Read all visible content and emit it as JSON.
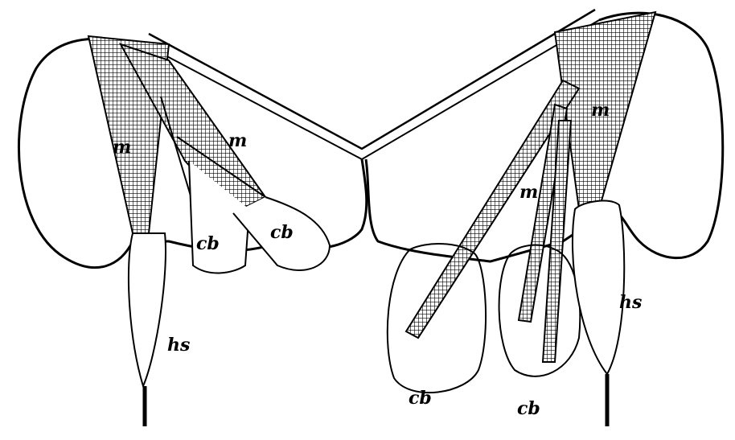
{
  "labels": {
    "m_left_outer": "m",
    "m_left_inner": "m",
    "m_right_outer": "m",
    "m_right_inner": "m",
    "cb_left_1": "cb",
    "cb_left_2": "cb",
    "cb_right_1": "cb",
    "cb_right_2": "cb",
    "hs_left": "hs",
    "hs_right": "hs"
  },
  "colors": {
    "ink": "#000000",
    "background": "#ffffff"
  }
}
